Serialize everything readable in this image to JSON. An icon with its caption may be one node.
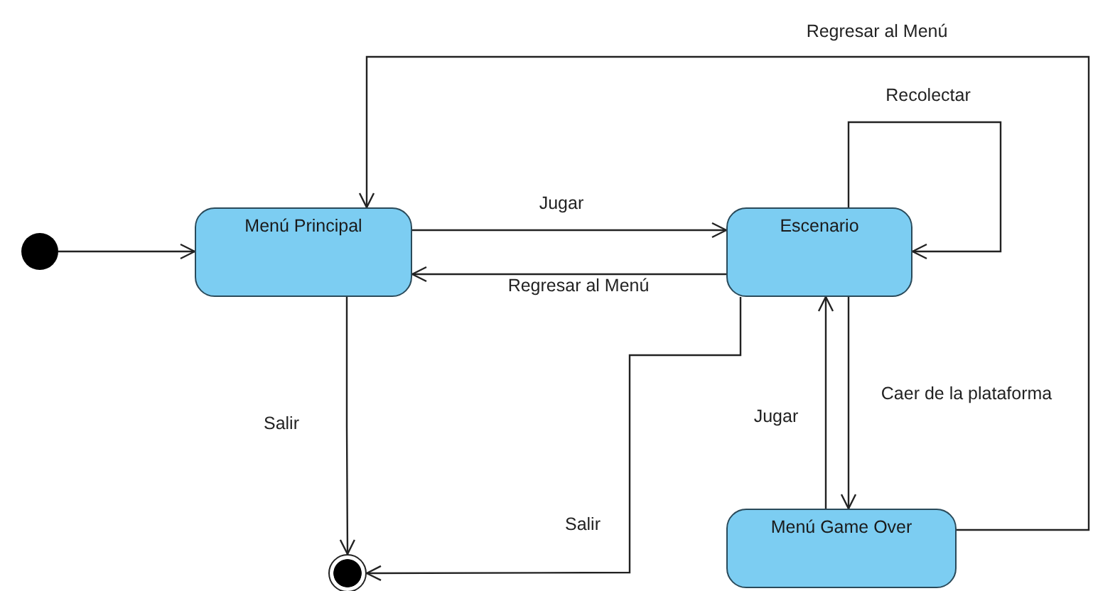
{
  "diagram": {
    "nodes": [
      {
        "text": [],
        "shape": "circle"
      },
      {
        "text": [
          "Menú Principal"
        ]
      },
      {
        "text": [
          "Escenario"
        ]
      },
      {
        "text": [],
        "shape": "circle"
      },
      {
        "text": [
          "Menú Game Over"
        ]
      }
    ],
    "edges": [
      {
        "from": 0,
        "to": 1,
        "arrow": "to"
      },
      {
        "from": 1,
        "to": 2,
        "arrow": "to",
        "label": "Jugar"
      },
      {
        "from": 2,
        "to": 1,
        "arrow": "to",
        "label": "Regresar al Menú"
      },
      {
        "from": 2,
        "to": 2,
        "arrow": "to",
        "label": "Recolectar"
      },
      {
        "from": 1,
        "to": 3,
        "arrow": "to",
        "label": "Salir"
      },
      {
        "from": 2,
        "to": 3,
        "arrow": "to",
        "label": "Salir"
      },
      {
        "from": 2,
        "to": 4,
        "arrow": "to",
        "label": "Caer de la plataforma"
      },
      {
        "from": 4,
        "to": 2,
        "arrow": "to",
        "label": "Jugar"
      },
      {
        "from": 4,
        "to": 1,
        "arrow": "to",
        "label": "Regresar al Menú"
      }
    ]
  }
}
